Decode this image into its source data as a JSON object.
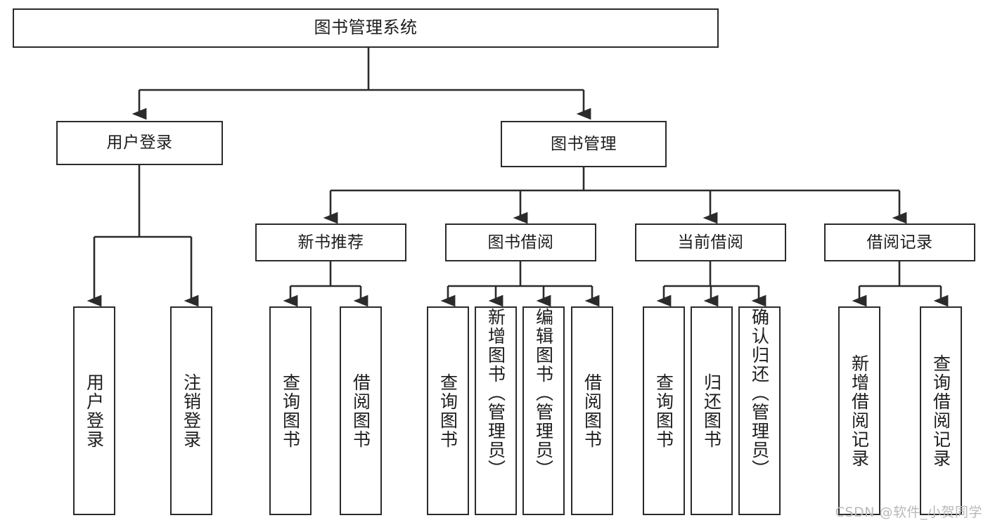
{
  "diagram": {
    "title": "图书管理系统",
    "type": "tree-hierarchy-diagram",
    "colors": {
      "box_border": "#2b2b2b",
      "box_fill": "#ffffff",
      "edge": "#2b2b2b",
      "text": "#1d1d1d",
      "watermark": "#b9b9b9",
      "background": "#ffffff"
    },
    "root": {
      "label": "图书管理系统"
    },
    "tier1": [
      {
        "label": "用户登录"
      },
      {
        "label": "图书管理"
      }
    ],
    "tier2": [
      {
        "label": "新书推荐"
      },
      {
        "label": "图书借阅"
      },
      {
        "label": "当前借阅"
      },
      {
        "label": "借阅记录"
      }
    ],
    "leaves": {
      "user_login": [
        {
          "label": "用户登录"
        },
        {
          "label": "注销登录"
        }
      ],
      "new_book_recommend": [
        {
          "label": "查询图书"
        },
        {
          "label": "借阅图书"
        }
      ],
      "book_borrow": [
        {
          "label": "查询图书"
        },
        {
          "label": "新增图书（管理员）"
        },
        {
          "label": "编辑图书（管理员）"
        },
        {
          "label": "借阅图书"
        }
      ],
      "current_borrow": [
        {
          "label": "查询图书"
        },
        {
          "label": "归还图书"
        },
        {
          "label": "确认归还（管理员）"
        }
      ],
      "borrow_record": [
        {
          "label": "新增借阅记录"
        },
        {
          "label": "查询借阅记录"
        }
      ]
    },
    "watermark": "CSDN @软件_小贺同学"
  }
}
